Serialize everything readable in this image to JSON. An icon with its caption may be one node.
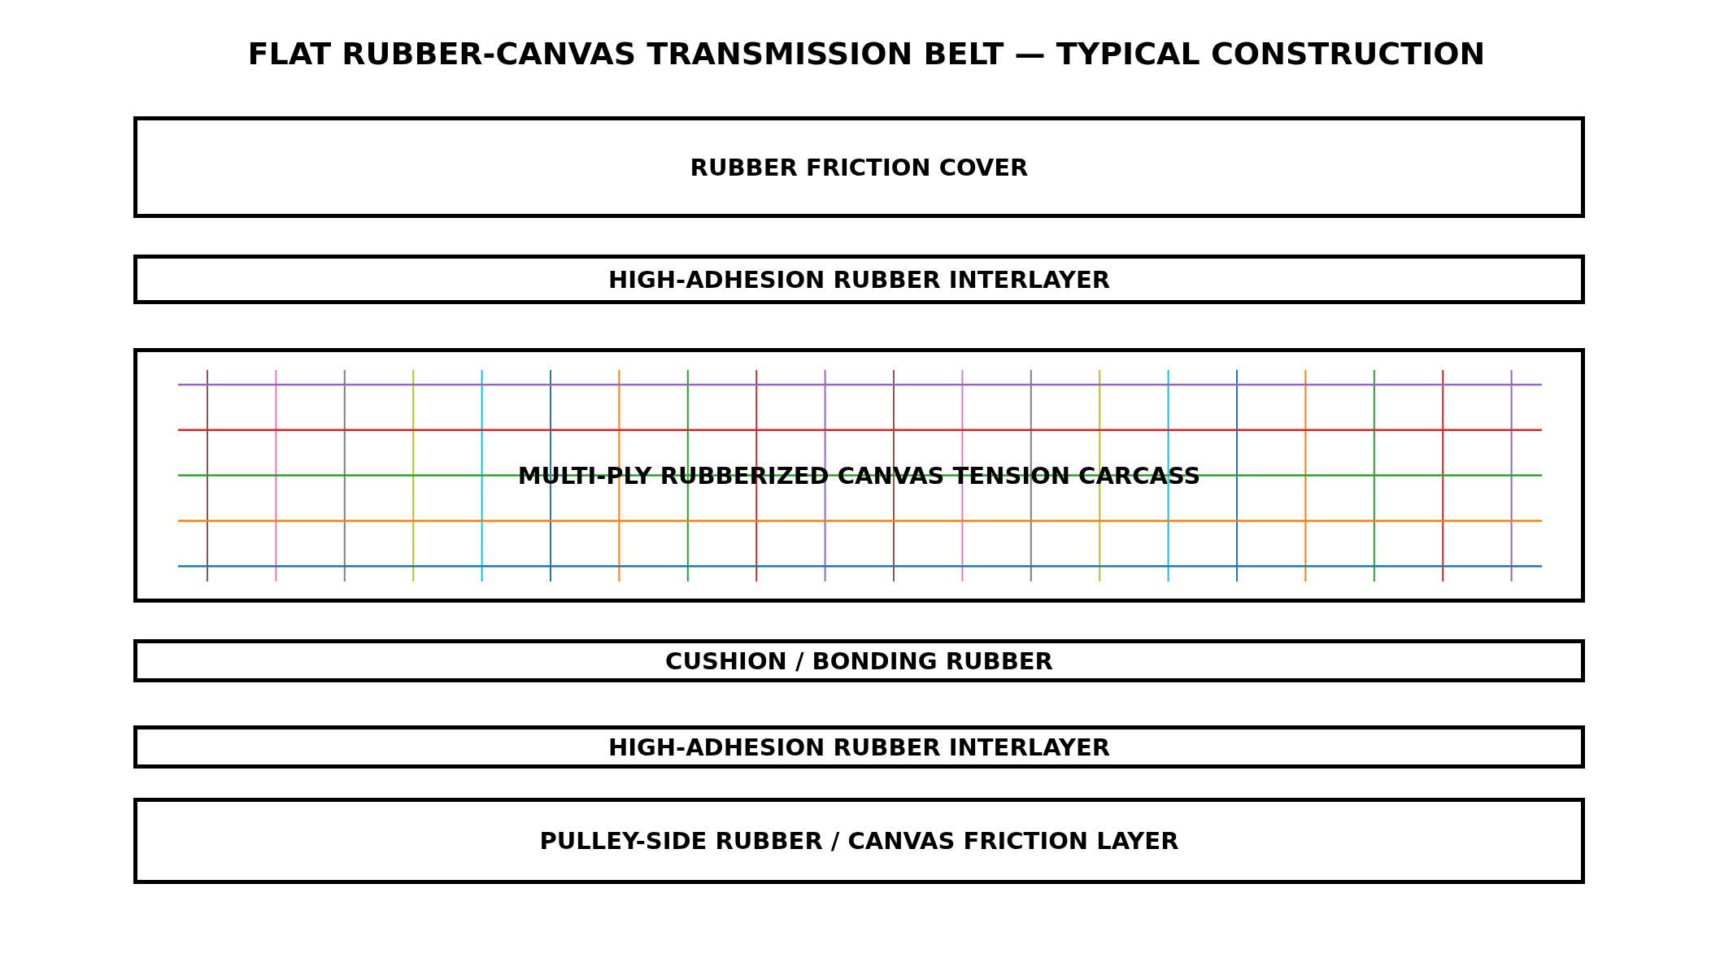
{
  "diagram": {
    "title": "FLAT RUBBER-CANVAS TRANSMISSION BELT — TYPICAL CONSTRUCTION",
    "nodes": [
      {
        "text": [
          "RUBBER FRICTION COVER"
        ]
      },
      {
        "text": [
          "HIGH-ADHESION RUBBER INTERLAYER"
        ]
      },
      {
        "text": [
          "MULTI-PLY RUBBERIZED CANVAS TENSION CARCASS"
        ]
      },
      {
        "text": [
          "CUSHION / BONDING RUBBER"
        ]
      },
      {
        "text": [
          "HIGH-ADHESION RUBBER INTERLAYER"
        ]
      },
      {
        "text": [
          "PULLEY-SIDE RUBBER / CANVAS FRICTION LAYER"
        ]
      }
    ]
  }
}
